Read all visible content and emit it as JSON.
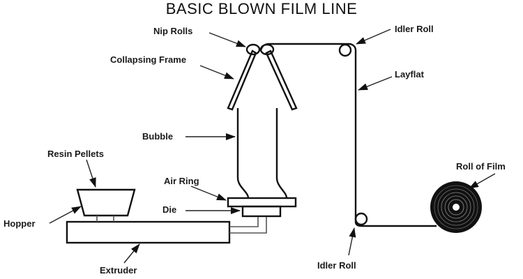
{
  "title": "BASIC BLOWN FILM LINE",
  "labels": {
    "nip_rolls": "Nip Rolls",
    "idler_roll_top": "Idler Roll",
    "collapsing_frame": "Collapsing Frame",
    "layflat": "Layflat",
    "bubble": "Bubble",
    "roll_of_film": "Roll of Film",
    "resin_pellets": "Resin Pellets",
    "air_ring": "Air Ring",
    "die": "Die",
    "hopper": "Hopper",
    "extruder": "Extruder",
    "idler_roll_bottom": "Idler Roll"
  },
  "colors": {
    "line": "#111111",
    "background": "#ffffff"
  }
}
